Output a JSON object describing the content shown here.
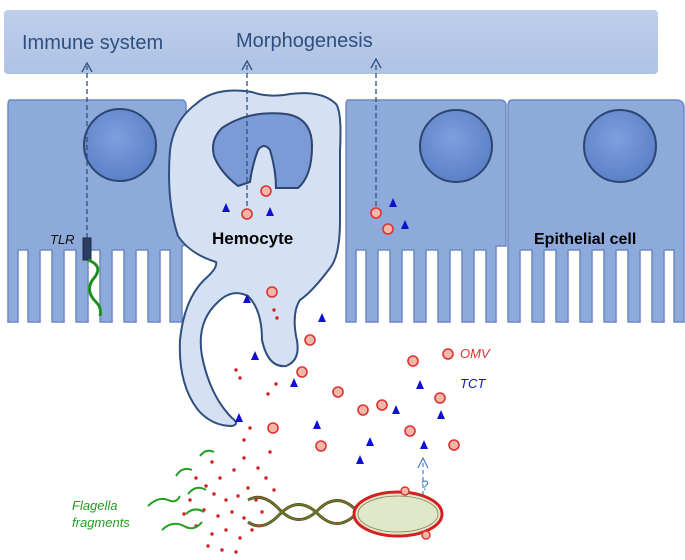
{
  "labels": {
    "immune_system": "Immune system",
    "morphogenesis": "Morphogenesis",
    "tlr": "TLR",
    "hemocyte": "Hemocyte",
    "epithelial_cell": "Epithelial cell",
    "omv": "OMV",
    "tct": "TCT",
    "flagella_line1": "Flagella",
    "flagella_line2": "fragments",
    "unknown_mark": "?"
  },
  "colors": {
    "band": "#b4c6e7",
    "cell_fill": "#8eaadb",
    "cell_stroke": "#5b7bb8",
    "hemocyte_fill": "#d6e0f3",
    "hemocyte_stroke": "#2f4f7f",
    "nucleus": "#6f93d6",
    "omv_red": "#e03030",
    "omv_fill": "#f2b8a8",
    "tct_blue": "#1010d0",
    "flagella_green": "#22a022",
    "bacterium_fill": "#dfe8c8",
    "label_blue": "#2f4f7f"
  },
  "icons": [
    "tlr-receptor-icon",
    "omv-vesicle-icon",
    "tct-triangle-icon",
    "flagella-fragment-icon",
    "bacterium-icon"
  ]
}
